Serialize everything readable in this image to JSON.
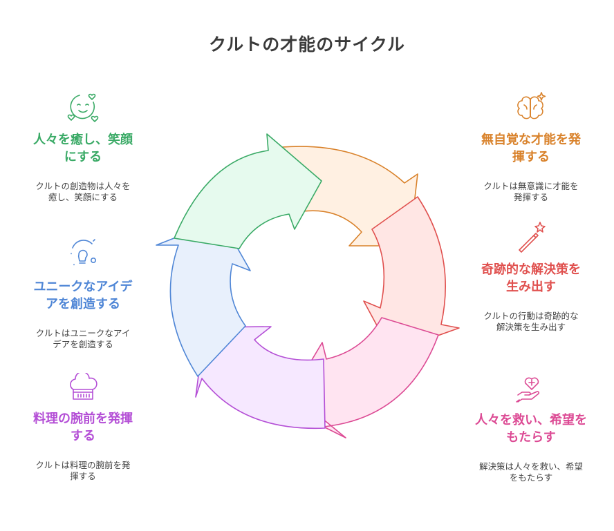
{
  "title": "クルトの才能のサイクル",
  "stages": [
    {
      "heading": "人々を癒し、笑顔にする",
      "description": "クルトの創造物は人々を癒し、笑顔にする",
      "icon": "smiling-face-hearts-icon",
      "color": "#3aaa66"
    },
    {
      "heading": "ユニークなアイデアを創造する",
      "description": "クルトはユニークなアイデアを創造する",
      "icon": "lightbulb-icon",
      "color": "#4f86d6"
    },
    {
      "heading": "料理の腕前を発揮する",
      "description": "クルトは料理の腕前を発揮する",
      "icon": "chef-hat-icon",
      "color": "#b44fd6"
    },
    {
      "heading": "無自覚な才能を発揮する",
      "description": "クルトは無意識に才能を発揮する",
      "icon": "brain-sparkle-icon",
      "color": "#d9822b"
    },
    {
      "heading": "奇跡的な解決策を生み出す",
      "description": "クルトの行動は奇跡的な解決策を生み出す",
      "icon": "magic-wand-icon",
      "color": "#e0504e"
    },
    {
      "heading": "人々を救い、希望をもたらす",
      "description": "解決策は人々を救い、希望をもたらす",
      "icon": "hand-heart-icon",
      "color": "#dc4a94"
    }
  ]
}
